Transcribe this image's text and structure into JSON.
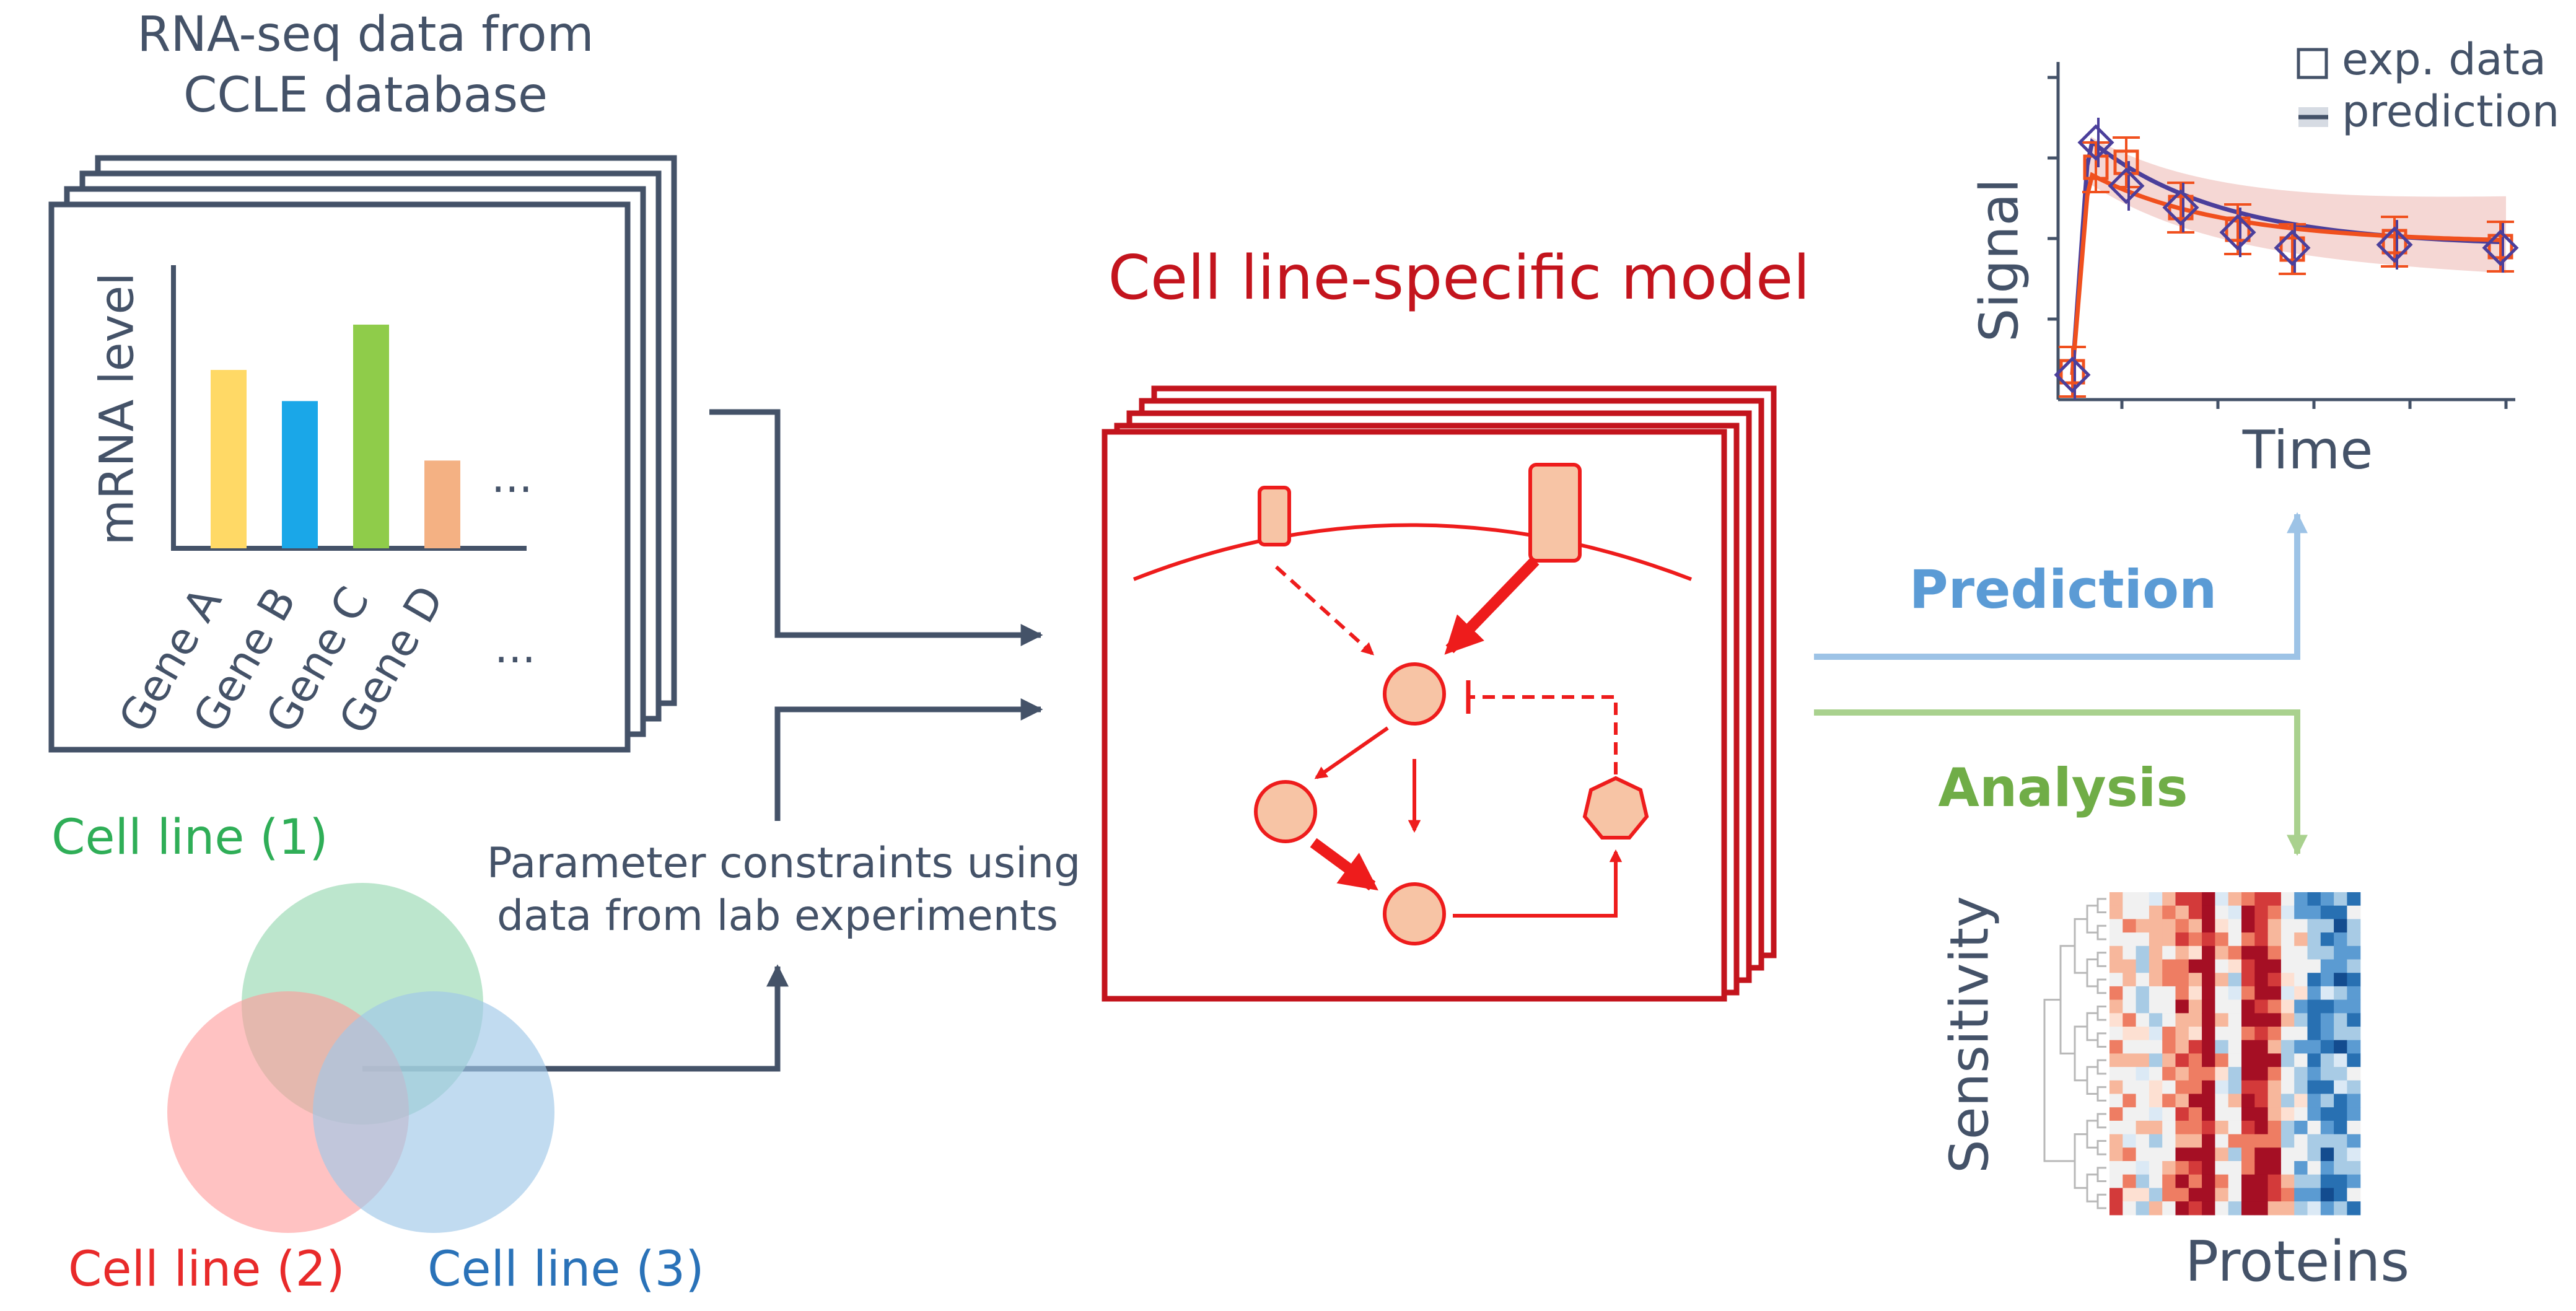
{
  "rnaseq": {
    "title_line1": "RNA-seq data from",
    "title_line2": "CCLE database",
    "ylabel": "mRNA level",
    "ellipsis": "...",
    "genes": [
      "Gene A",
      "Gene B",
      "Gene C",
      "Gene D"
    ],
    "bars": [
      {
        "label": "Gene A",
        "value": 0.63,
        "color": "#ffd966"
      },
      {
        "label": "Gene B",
        "value": 0.52,
        "color": "#1aa7e8"
      },
      {
        "label": "Gene C",
        "value": 0.79,
        "color": "#8fcc4a"
      },
      {
        "label": "Gene D",
        "value": 0.31,
        "color": "#f4b183"
      }
    ]
  },
  "venn": {
    "label_1": "Cell line (1)",
    "label_2": "Cell line (2)",
    "label_3": "Cell line (3)",
    "color_1": "#2fae57",
    "color_2": "#e82a2a",
    "color_3": "#2a72b8",
    "fill_1": "#9fdcb8",
    "fill_2": "#ff9a9a",
    "fill_3": "#9fc8e8"
  },
  "constraints": {
    "line1": "Parameter constraints using",
    "line2": "data from lab experiments"
  },
  "model": {
    "title": "Cell line-specific model",
    "color": "#c3141d",
    "node_fill": "#f7c4a5",
    "arrow_color": "#ee1c1c"
  },
  "prediction": {
    "label": "Prediction",
    "color": "#5b9bd5",
    "arrow_color": "#9dc3e6"
  },
  "analysis": {
    "label": "Analysis",
    "color": "#70ad47",
    "arrow_color": "#a9d18e"
  },
  "timecourse": {
    "xlabel": "Time",
    "ylabel": "Signal",
    "legend_exp": "exp. data",
    "legend_pred": "prediction",
    "purple": "#4b3f9b",
    "orange": "#f0501e"
  },
  "heatmap": {
    "xlabel": "Proteins",
    "ylabel": "Sensitivity"
  },
  "chart_data": {
    "type": "bar",
    "categories": [
      "Gene A",
      "Gene B",
      "Gene C",
      "Gene D"
    ],
    "values": [
      0.63,
      0.52,
      0.79,
      0.31
    ],
    "ylabel": "mRNA level",
    "ylim": [
      0,
      1
    ]
  }
}
